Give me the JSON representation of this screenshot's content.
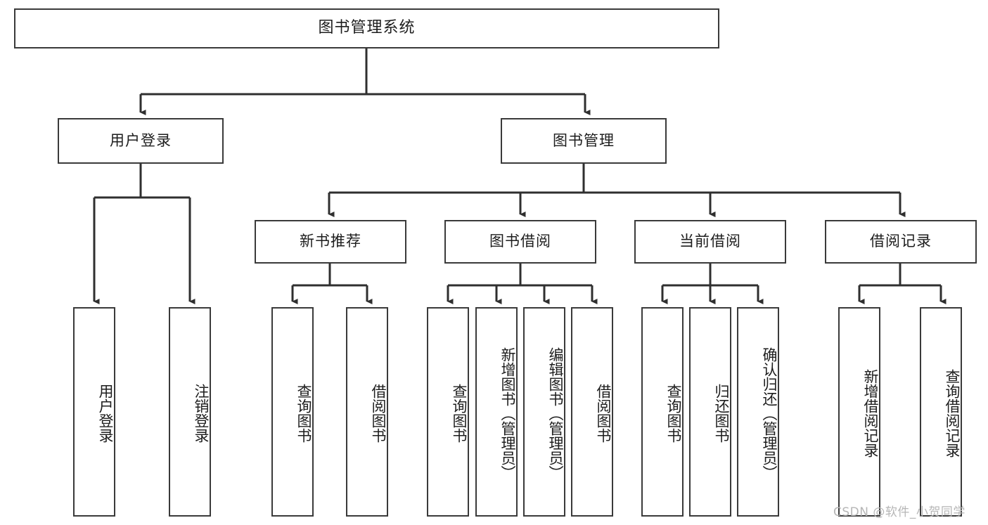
{
  "diagram": {
    "type": "hierarchy-tree",
    "title": "图书管理系统",
    "levels": 4,
    "colors": {
      "box_border": "#3a3a3a",
      "box_fill": "#ffffff",
      "edge": "#2f2f2f",
      "text": "#1d1d1d",
      "watermark": "#b6b6b6",
      "background": "#ffffff"
    },
    "root": {
      "label": "图书管理系统"
    },
    "level2": [
      {
        "id": "user-login",
        "label": "用户登录"
      },
      {
        "id": "book-manage",
        "label": "图书管理"
      }
    ],
    "level3": [
      {
        "id": "new-book-recommend",
        "label": "新书推荐",
        "parent": "book-manage"
      },
      {
        "id": "book-borrow",
        "label": "图书借阅",
        "parent": "book-manage"
      },
      {
        "id": "current-borrow",
        "label": "当前借阅",
        "parent": "book-manage"
      },
      {
        "id": "borrow-record",
        "label": "借阅记录",
        "parent": "book-manage"
      }
    ],
    "leaves": {
      "user_login": [
        {
          "id": "leaf-user-login",
          "label": "用户登录"
        },
        {
          "id": "leaf-user-logout",
          "label": "注销登录"
        }
      ],
      "new_book_recommend": [
        {
          "id": "leaf-query-book-1",
          "label": "查询图书"
        },
        {
          "id": "leaf-borrow-book-1",
          "label": "借阅图书"
        }
      ],
      "book_borrow": [
        {
          "id": "leaf-query-book-2",
          "label": "查询图书"
        },
        {
          "id": "leaf-add-book",
          "label": "新增图书（管理员）"
        },
        {
          "id": "leaf-edit-book",
          "label": "编辑图书（管理员）"
        },
        {
          "id": "leaf-borrow-book-2",
          "label": "借阅图书"
        }
      ],
      "current_borrow": [
        {
          "id": "leaf-query-book-3",
          "label": "查询图书"
        },
        {
          "id": "leaf-return-book",
          "label": "归还图书"
        },
        {
          "id": "leaf-confirm-return",
          "label": "确认归还（管理员）"
        }
      ],
      "borrow_record": [
        {
          "id": "leaf-add-record",
          "label": "新增借阅记录"
        },
        {
          "id": "leaf-query-record",
          "label": "查询借阅记录"
        }
      ]
    }
  },
  "watermark": {
    "text": "CSDN @软件_小贺同学"
  }
}
